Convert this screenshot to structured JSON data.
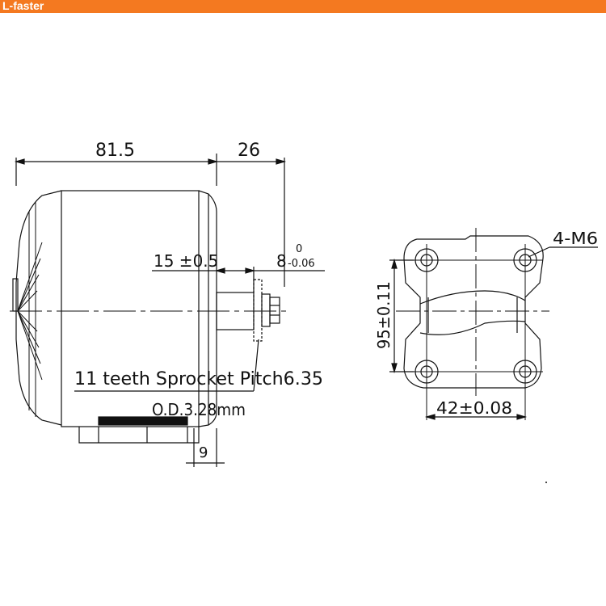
{
  "header": {
    "brand": "L-faster",
    "bar_color": "#f47920",
    "text_color": "#ffffff"
  },
  "side_view": {
    "dim_length": "81.5",
    "dim_shaft_ext": "26",
    "dim_shaft": "15 ±0.5",
    "dim_shaft_diameter": "8",
    "tol_upper": "0",
    "tol_lower": "-0.06",
    "sprocket_note": "11 teeth Sprocket Pitch6.35",
    "sprocket_od": "O.D.3.28mm",
    "dim_bracket": "9"
  },
  "front_view": {
    "hole_note": "4-M6",
    "dim_vertical": "95±0.11",
    "dim_horizontal": "42±0.08"
  },
  "line_color": "#111111"
}
